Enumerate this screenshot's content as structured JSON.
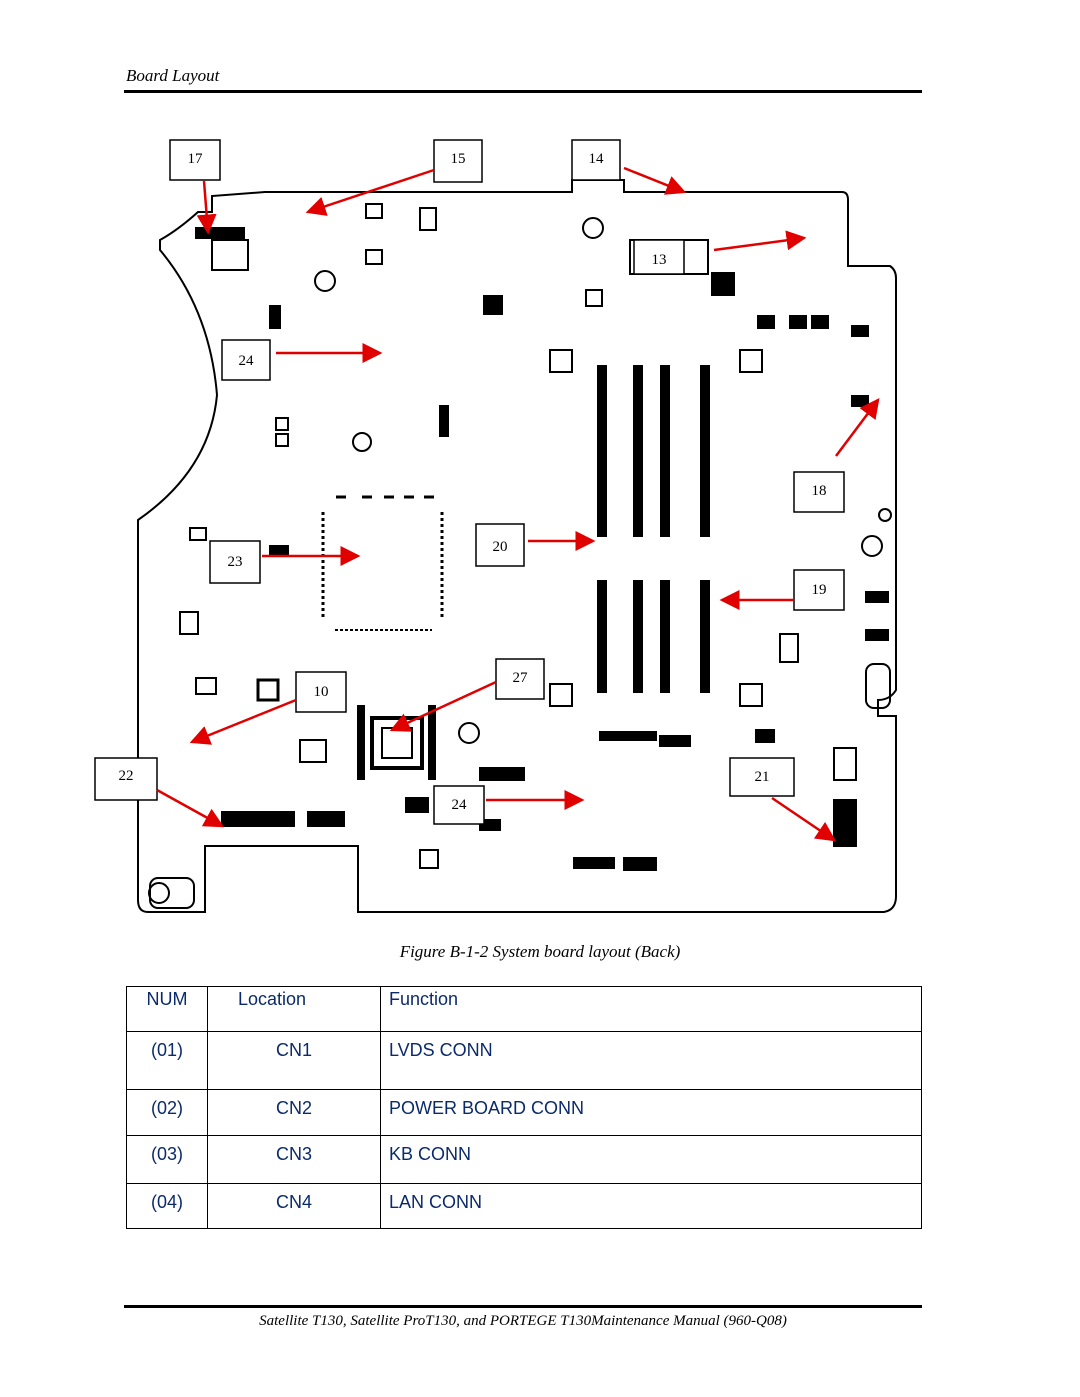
{
  "header": {
    "title": "Board Layout"
  },
  "figure": {
    "caption": "Figure B-1-2 System board layout (Back)",
    "callouts": [
      "17",
      "15",
      "14",
      "13",
      "24",
      "18",
      "20",
      "23",
      "19",
      "27",
      "10",
      "22",
      "21",
      "24"
    ]
  },
  "table": {
    "headers": {
      "num": "NUM",
      "location": "Location",
      "function": "Function"
    },
    "rows": [
      {
        "num": "(01)",
        "location": "CN1",
        "function": "LVDS CONN"
      },
      {
        "num": "(02)",
        "location": "CN2",
        "function": "POWER BOARD CONN"
      },
      {
        "num": "(03)",
        "location": "CN3",
        "function": "KB CONN"
      },
      {
        "num": "(04)",
        "location": "CN4",
        "function": "LAN CONN"
      }
    ]
  },
  "footer": {
    "text": "Satellite T130, Satellite ProT130, and PORTEGE T130Maintenance Manual (960-Q08)"
  },
  "colors": {
    "table_text": "#0b2a6b",
    "arrow": "#e00000",
    "ink": "#000000"
  }
}
